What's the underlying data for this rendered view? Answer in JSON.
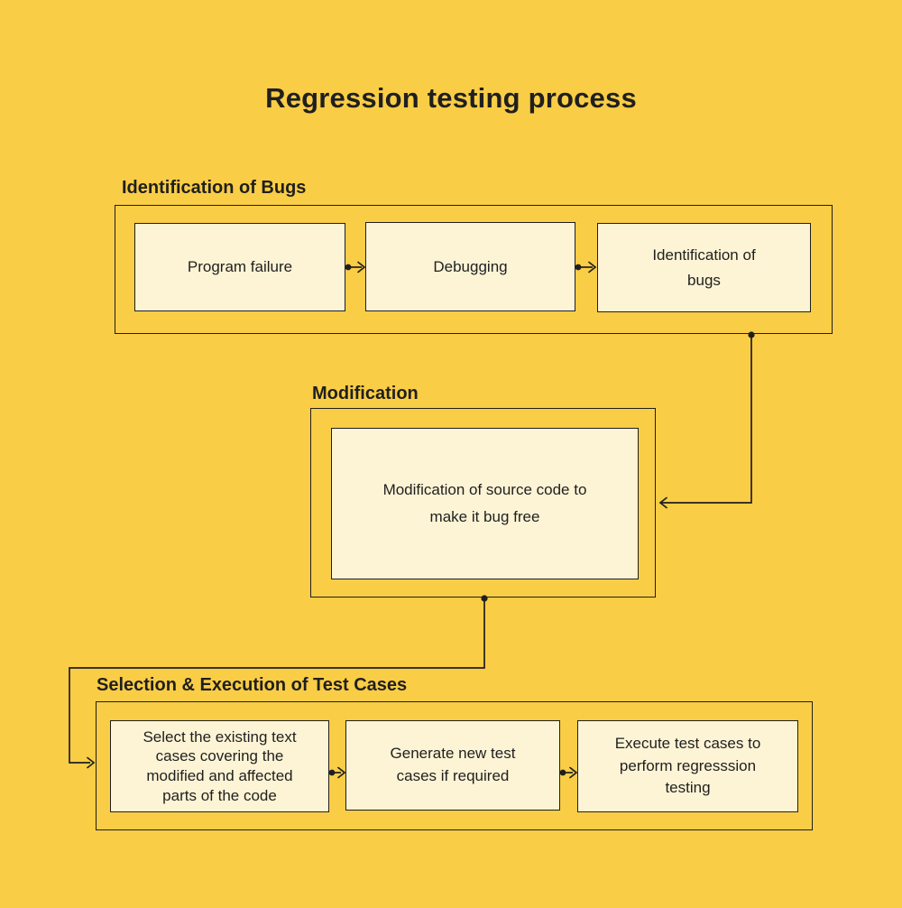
{
  "title": "Regression testing process",
  "colors": {
    "background": "#FACD46",
    "node_fill": "#FDF4D5",
    "line": "#1F1F1F",
    "text": "#1F1F1F"
  },
  "sections": [
    {
      "header": "Identification of Bugs",
      "boxes": [
        "Program failure",
        "Debugging",
        "Identification of\nbugs"
      ]
    },
    {
      "header": "Modification",
      "boxes": [
        "Modification of source code to\nmake it bug free"
      ]
    },
    {
      "header": "Selection & Execution of Test Cases",
      "boxes": [
        "Select the existing text\ncases covering the\nmodified and affected\nparts of the code",
        "Generate new test\ncases if required",
        "Execute test cases to\nperform regresssion\ntesting"
      ]
    }
  ],
  "connections": [
    {
      "from": "Program failure",
      "to": "Debugging"
    },
    {
      "from": "Debugging",
      "to": "Identification of bugs"
    },
    {
      "from": "Identification of Bugs section",
      "to": "Modification section"
    },
    {
      "from": "Modification section",
      "to": "Selection & Execution of Test Cases section"
    },
    {
      "from": "Select the existing text cases covering the modified and affected parts of the code",
      "to": "Generate new test cases if required"
    },
    {
      "from": "Generate new test cases if required",
      "to": "Execute test cases to perform regresssion testing"
    }
  ]
}
